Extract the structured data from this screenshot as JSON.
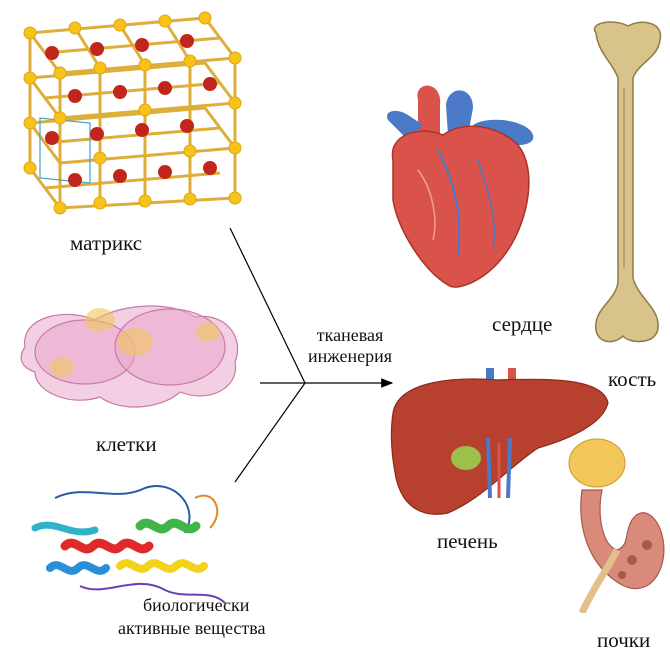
{
  "inputs": {
    "matrix": "матрикс",
    "cells": "клетки",
    "bioactive_line1": "биологически",
    "bioactive_line2": "активные вещества"
  },
  "process": {
    "line1": "тканевая",
    "line2": "инженерия"
  },
  "outputs": {
    "heart": "сердце",
    "bone": "кость",
    "liver": "печень",
    "kidney": "почки"
  },
  "colors": {
    "line": "#000000",
    "lattice_atom_red": "#c0261c",
    "lattice_atom_yellow": "#f7c21a",
    "cell_pink": "#e9a7cc",
    "heart_red": "#d9534a",
    "vessel_blue": "#4a79c7",
    "bone": "#d8c48a",
    "liver": "#b8402e",
    "kidney": "#d98a7a"
  }
}
